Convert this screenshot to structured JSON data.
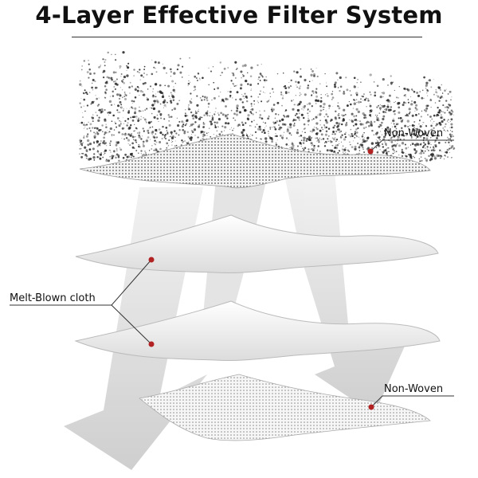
{
  "title": "4-Layer Effective Filter System",
  "labels": {
    "non_woven_top": "Non-Woven",
    "melt_blown": "Melt-Blown cloth",
    "non_woven_bottom": "Non-Woven"
  },
  "colors": {
    "title": "#111111",
    "marker": "#b22222",
    "dust": "#2a2a2a",
    "arrow": "#d0d0d0"
  }
}
